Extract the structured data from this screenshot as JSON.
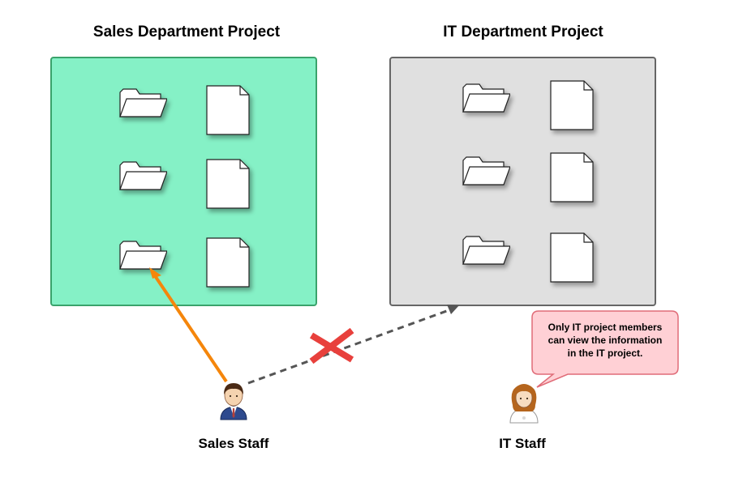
{
  "sales_project": {
    "title": "Sales Department Project",
    "fill_color": "#85f1c6",
    "border_color": "#3aa36b"
  },
  "it_project": {
    "title": "IT Department Project",
    "fill_color": "#e0e0e0",
    "border_color": "#666666"
  },
  "sales_staff": {
    "label": "Sales Staff",
    "icon": "male-user-icon"
  },
  "it_staff": {
    "label": "IT Staff",
    "icon": "female-user-icon"
  },
  "callout": {
    "lines": [
      "Only IT project members",
      "can view the information",
      "in the IT project."
    ],
    "fill_color": "#ffd0d5",
    "border_color": "#e06c78"
  },
  "access_arrow_color": "#f5860b",
  "denied_arrow_color": "#555555",
  "denied_mark_color": "#e8403c",
  "file_icons": {
    "sales": [
      "folder-icon",
      "file-icon",
      "folder-icon",
      "file-icon",
      "folder-icon",
      "file-icon"
    ],
    "it": [
      "folder-icon",
      "file-icon",
      "folder-icon",
      "file-icon",
      "folder-icon",
      "file-icon"
    ]
  }
}
